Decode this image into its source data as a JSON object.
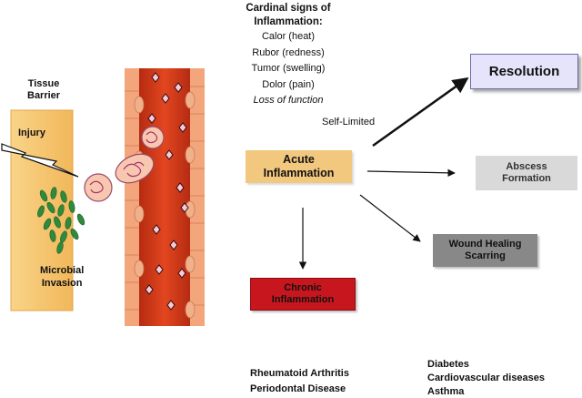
{
  "left_panel": {
    "tissue_barrier_label": "Tissue\nBarrier",
    "injury_label": "Injury",
    "microbial_label": "Microbial\nInvasion"
  },
  "cardinal_signs": {
    "title": "Cardinal signs of Inflammation:",
    "items": [
      "Calor  (heat)",
      "Rubor (redness)",
      "Tumor (swelling)",
      "Dolor (pain)"
    ],
    "italic_item": "Loss of function"
  },
  "acute": {
    "label": "Acute\nInflammation",
    "color": "#f2c77e"
  },
  "self_limited_label": "Self-Limited",
  "resolution": {
    "label": "Resolution",
    "color": "#e6e4fb"
  },
  "abscess": {
    "label": "Abscess\nFormation",
    "color": "#d9d9d9"
  },
  "wound": {
    "label": "Wound Healing\nScarring",
    "color": "#888888"
  },
  "chronic": {
    "label": "Chronic\nInflammation",
    "color": "#c8161e"
  },
  "chronic_diseases": [
    "Rheumatoid Arthritis",
    "Periodontal Disease"
  ],
  "other_diseases": [
    "Diabetes",
    "Cardiovascular diseases",
    "Asthma"
  ],
  "colors": {
    "tissue": "#f5c66a",
    "vessel_wall": "#f3a57c",
    "blood": "#d83a1c",
    "microbe": "#2f8a3c"
  }
}
